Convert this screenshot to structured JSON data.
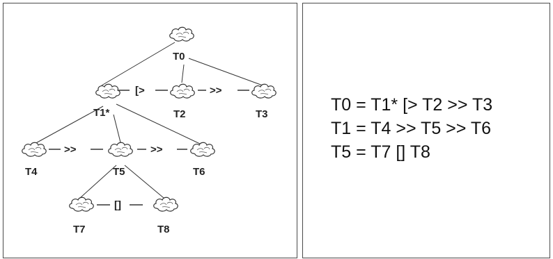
{
  "tree": {
    "nodes": [
      {
        "id": "T0",
        "label": "T0"
      },
      {
        "id": "T1",
        "label": "T1*"
      },
      {
        "id": "T2",
        "label": "T2"
      },
      {
        "id": "T3",
        "label": "T3"
      },
      {
        "id": "T4",
        "label": "T4"
      },
      {
        "id": "T5",
        "label": "T5"
      },
      {
        "id": "T6",
        "label": "T6"
      },
      {
        "id": "T7",
        "label": "T7"
      },
      {
        "id": "T8",
        "label": "T8"
      }
    ],
    "operators": [
      {
        "between": [
          "T1",
          "T2"
        ],
        "symbol": "[>"
      },
      {
        "between": [
          "T2",
          "T3"
        ],
        "symbol": ">>"
      },
      {
        "between": [
          "T4",
          "T5"
        ],
        "symbol": ">>"
      },
      {
        "between": [
          "T5",
          "T6"
        ],
        "symbol": ">>"
      },
      {
        "between": [
          "T7",
          "T8"
        ],
        "symbol": "[]"
      }
    ],
    "edges": [
      [
        "T0",
        "T1"
      ],
      [
        "T0",
        "T2"
      ],
      [
        "T0",
        "T3"
      ],
      [
        "T1",
        "T4"
      ],
      [
        "T1",
        "T5"
      ],
      [
        "T1",
        "T6"
      ],
      [
        "T5",
        "T7"
      ],
      [
        "T5",
        "T8"
      ]
    ]
  },
  "equations": [
    {
      "lhs": "T0",
      "rhs": "T1* [> T2 >> T3"
    },
    {
      "lhs": "T1",
      "rhs": "T4 >> T5 >> T6"
    },
    {
      "lhs": "T5",
      "rhs": "T7 [] T8"
    }
  ]
}
